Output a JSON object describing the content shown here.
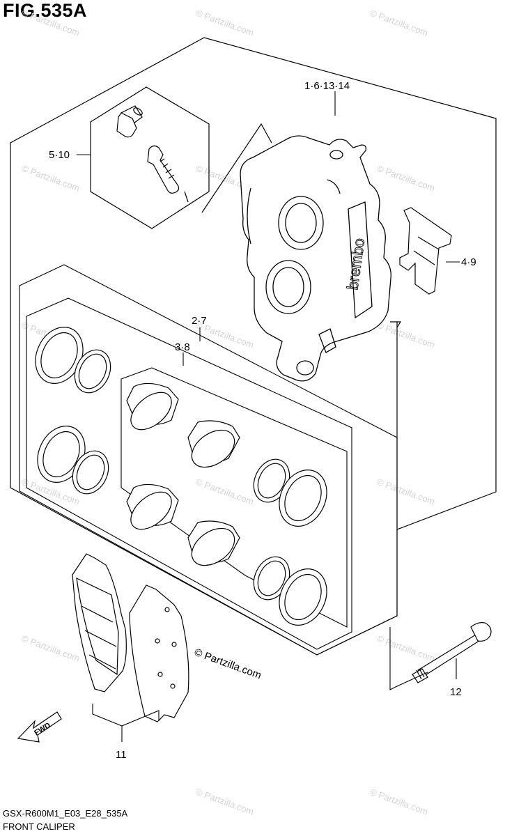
{
  "figure": {
    "title": "FIG.535A",
    "code": "GSX-R600M1_E03_E28_535A",
    "name": "FRONT CALIPER",
    "copyright": "© Partzilla.com",
    "watermark": "© Partzilla.com",
    "fwd_label": "FWD",
    "brand_text": "brembo"
  },
  "callouts": {
    "c1": "1·6·13·14",
    "c2": "5·10",
    "c3": "4·9",
    "c4": "2·7",
    "c5": "3·8",
    "c6": "12",
    "c7": "11"
  }
}
